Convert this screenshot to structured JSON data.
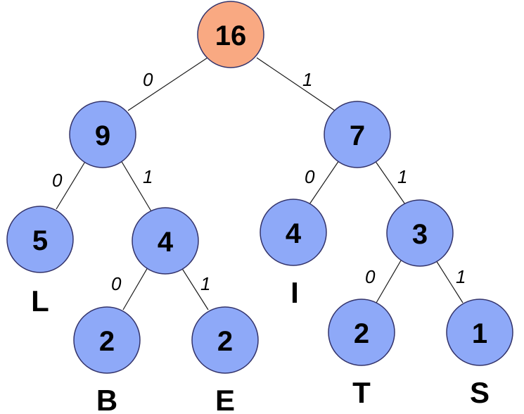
{
  "colors": {
    "root_fill": "#f9a982",
    "node_fill": "#8ea9f8",
    "edge": "#1a1a1a"
  },
  "nodes": {
    "root": {
      "value": "16"
    },
    "n9": {
      "value": "9"
    },
    "n7": {
      "value": "7"
    },
    "n5": {
      "value": "5",
      "letter": "L"
    },
    "n4a": {
      "value": "4"
    },
    "n4b": {
      "value": "4",
      "letter": "I"
    },
    "n3": {
      "value": "3"
    },
    "n2a": {
      "value": "2",
      "letter": "B"
    },
    "n2b": {
      "value": "2",
      "letter": "E"
    },
    "n2c": {
      "value": "2",
      "letter": "T"
    },
    "n1": {
      "value": "1",
      "letter": "S"
    }
  },
  "edges": {
    "root_n9": "0",
    "root_n7": "1",
    "n9_n5": "0",
    "n9_n4a": "1",
    "n7_n4b": "0",
    "n7_n3": "1",
    "n4a_n2a": "0",
    "n4a_n2b": "1",
    "n3_n2c": "0",
    "n3_n1": "1"
  }
}
